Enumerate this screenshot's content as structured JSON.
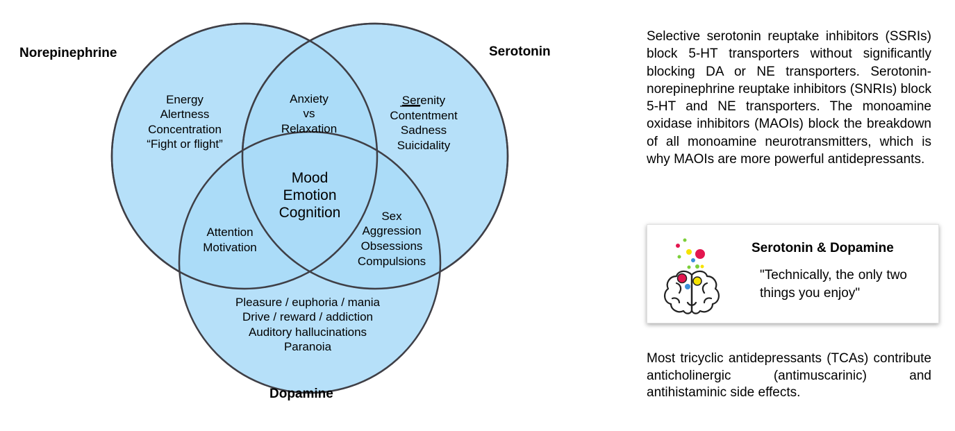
{
  "venn": {
    "sets": {
      "norepinephrine": "Norepinephrine",
      "serotonin": "Serotonin",
      "dopamine": "Dopamine"
    },
    "regions": {
      "norepinephrine_only": [
        "Energy",
        "Alertness",
        "Concentration",
        "“Fight or flight”"
      ],
      "norepinephrine_serotonin": [
        "Anxiety",
        "vs",
        "Relaxation"
      ],
      "serotonin_only": {
        "serenity_underlined": "Ser",
        "serenity_rest": "enity",
        "lines": [
          "Contentment",
          "Sadness",
          "Suicidality"
        ]
      },
      "all_three": [
        "Mood",
        "Emotion",
        "Cognition"
      ],
      "norepinephrine_dopamine": [
        "Attention",
        "Motivation"
      ],
      "serotonin_dopamine": [
        "Sex",
        "Aggression",
        "Obsessions",
        "Compulsions"
      ],
      "dopamine_only": [
        "Pleasure / euphoria / mania",
        "Drive / reward / addiction",
        "Auditory hallucinations",
        "Paranoia"
      ]
    },
    "colors": {
      "circle_fill": "#9fd4f7",
      "circle_stroke": "#3f3f46"
    }
  },
  "paragraphs": {
    "reuptake": "Selective serotonin reuptake inhibitors (SSRIs) block 5-HT transporters without significantly blocking DA or NE transporters. Serotonin-norepinephrine reuptake inhibitors (SNRIs) block 5-HT and NE transporters. The monoamine oxidase inhibitors (MAOIs) block the breakdown of all monoamine neurotransmitters, which is why MAOIs are more powerful antidepressants.",
    "tca": "Most tricyclic antidepressants (TCAs) contribute anticholinergic (antimuscarinic) and antihistaminic side effects."
  },
  "card": {
    "title": "Serotonin & Dopamine",
    "quote": "\"Technically, the only two things you enjoy\"",
    "icon": "brain-with-bubbles-icon",
    "colors": {
      "red": "#e3164f",
      "yellow": "#f7e400",
      "blue": "#3a8fd9",
      "green": "#7ccf3a"
    }
  }
}
